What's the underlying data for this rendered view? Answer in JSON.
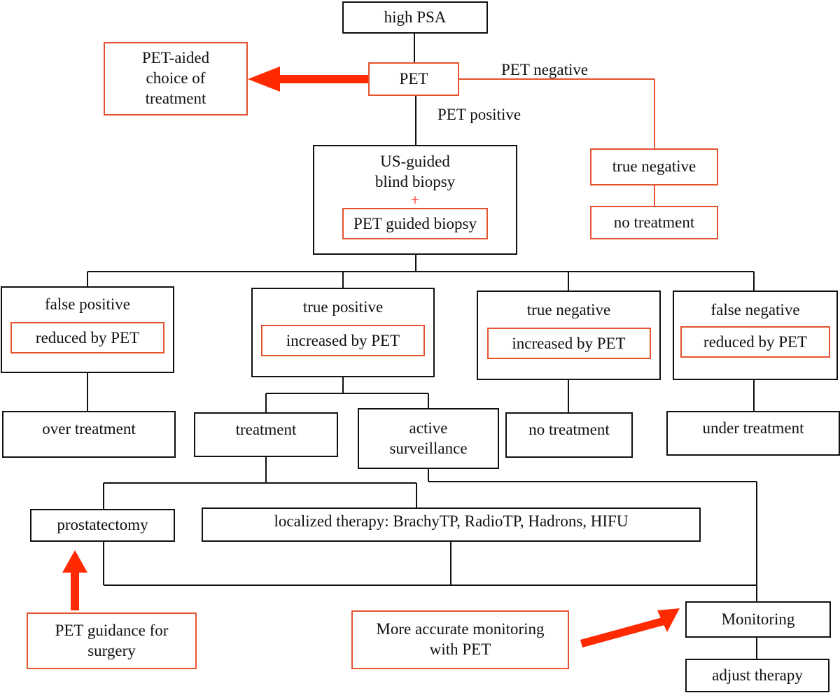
{
  "colors": {
    "outline": "#111111",
    "highlight": "#e5532f",
    "arrow": "#ff2a00"
  },
  "nodes": {
    "high_psa": "high PSA",
    "pet": "PET",
    "pet_aided": "PET-aided choice of treatment",
    "true_negative_pet": "true negative",
    "no_treatment_pet": "no treatment",
    "biopsy": {
      "line1": "US-guided",
      "line2": "blind biopsy",
      "plus": "+",
      "pet_guided": "PET guided biopsy"
    },
    "false_positive": {
      "title": "false positive",
      "note": "reduced by PET"
    },
    "true_positive": {
      "title": "true positive",
      "note": "increased by PET"
    },
    "true_negative": {
      "title": "true negative",
      "note": "increased by PET"
    },
    "false_negative": {
      "title": "false negative",
      "note": "reduced by PET"
    },
    "over_treatment": "over treatment",
    "treatment": "treatment",
    "active_surveillance": "active surveillance",
    "no_treatment": "no treatment",
    "under_treatment": "under treatment",
    "prostatectomy": "prostatectomy",
    "localized_therapy": "localized therapy: BrachyTP, RadioTP, Hadrons, HIFU",
    "pet_surgery": "PET guidance for surgery",
    "accurate_monitoring": "More accurate monitoring with PET",
    "monitoring": "Monitoring",
    "adjust_therapy": "adjust therapy"
  },
  "edge_labels": {
    "pet_negative": "PET negative",
    "pet_positive": "PET positive"
  }
}
